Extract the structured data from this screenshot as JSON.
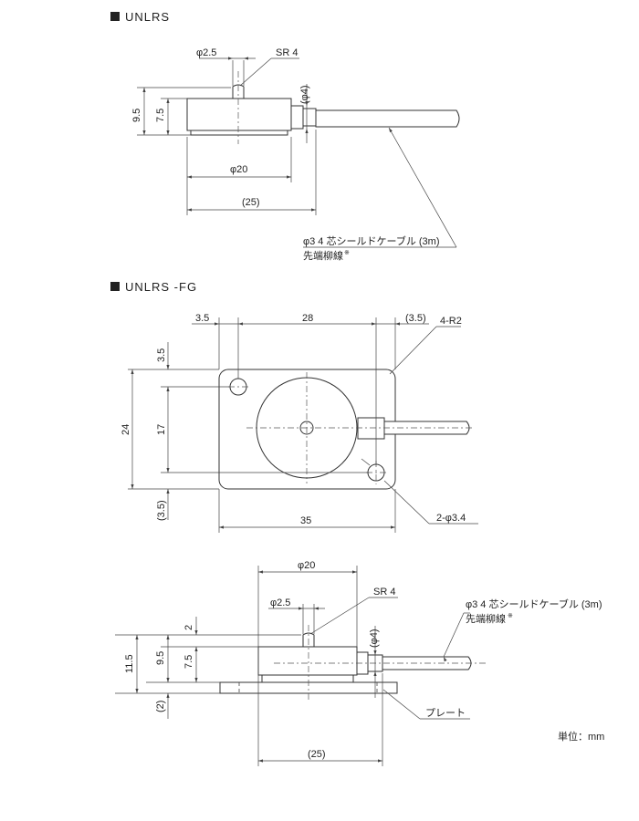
{
  "views": {
    "unlrs": {
      "title": "UNLRS",
      "phi_small": "φ2.5",
      "sr": "SR 4",
      "phi_conn": "(φ4)",
      "h_total": "9.5",
      "h_body": "7.5",
      "dia": "φ20",
      "len": "(25)",
      "cable_line1": "φ3  4 芯シールドケーブル (3m)",
      "cable_line2": "先端柳線",
      "mark": "※"
    },
    "fg_plan": {
      "title": "UNLRS  -FG",
      "d_left": "3.5",
      "d_center": "28",
      "d_right": "(3.5)",
      "radius": "4-R2",
      "v_top": "3.5",
      "v_total": "24",
      "v_mid": "17",
      "v_bottom": "(3.5)",
      "width": "35",
      "holes": "2-φ3.4"
    },
    "fg_side": {
      "dia": "φ20",
      "phi_small": "φ2.5",
      "sr": "SR 4",
      "phi_conn": "(φ4)",
      "cable_line1": "φ3   4 芯シールドケーブル (3m)",
      "cable_line2": "先端柳線",
      "mark": "※",
      "h_total": "11.5",
      "h_mid": "9.5",
      "h_body": "7.5",
      "h_top": "2",
      "h_plate": "(2)",
      "plate_label": "プレート",
      "len": "(25)"
    }
  },
  "unit_label": "単位：mm"
}
